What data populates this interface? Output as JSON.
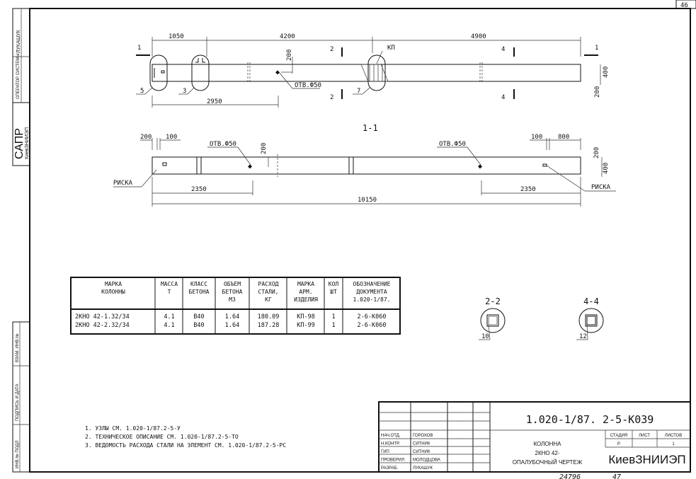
{
  "sheet_corner": "46",
  "side_stamp": {
    "org_short": "САПР",
    "org": "КиевЗНИИЭП",
    "operator_label": "ОПЕРАТОР СИСТЕМЫ",
    "operator_name": "ЛУКАШУК",
    "inv_podl": "ИНВ.№ ПОДЛ",
    "podpis_data": "ПОДПИСЬ И ДАТА",
    "vzam_inv": "ВЗАМ. ИНВ.№"
  },
  "plan": {
    "dims_top": [
      "1050",
      "4200",
      "4900"
    ],
    "dim_bottom": "2950",
    "dim_200": "200",
    "dim_400": "400",
    "hole_label": "ОТВ.Ф50",
    "kp_label": "КП",
    "callouts": [
      "5",
      "3",
      "7"
    ],
    "section_marks": [
      "1",
      "2",
      "4"
    ]
  },
  "section_1_1": {
    "title": "1-1",
    "dims_top_left": [
      "200",
      "100"
    ],
    "dims_top_right": [
      "100",
      "800"
    ],
    "dim_200": "200",
    "dim_400": "400",
    "hole_label": "ОТВ.Ф50",
    "riska_label": "РИСКА",
    "dim_left": "2350",
    "dim_right": "2350",
    "dim_total": "10150"
  },
  "table": {
    "headers": [
      [
        "МАРКА",
        "КОЛОННЫ"
      ],
      [
        "МАССА",
        "Т"
      ],
      [
        "КЛАСС",
        "БЕТОНА"
      ],
      [
        "ОБЪЕМ",
        "БЕТОНА",
        "М3"
      ],
      [
        "РАСХОД",
        "СТАЛИ,",
        "КГ"
      ],
      [
        "МАРКА",
        "АРМ.",
        "ИЗДЕЛИЯ"
      ],
      [
        "КОЛ",
        "ШТ"
      ],
      [
        "ОБОЗНАЧЕНИЕ",
        "ДОКУМЕНТА",
        "1.020-1/87."
      ]
    ],
    "rows": [
      [
        "2КНО 42-1.32/34",
        "4.1",
        "B40",
        "1.64",
        "180.09",
        "КП-98",
        "1",
        "2-6-К060"
      ],
      [
        "2КНО 42-2.32/34",
        "4.1",
        "B40",
        "1.64",
        "187.28",
        "КП-99",
        "1",
        "2-6-К060"
      ]
    ]
  },
  "sections": [
    {
      "title": "2-2",
      "callout": "10"
    },
    {
      "title": "4-4",
      "callout": "12"
    }
  ],
  "notes": [
    "1. УЗЛЫ СМ. 1.020-1/87.2-5-У",
    "2. ТЕХНИЧЕСКОЕ ОПИСАНИЕ СМ. 1.020-1/87.2-5-ТО",
    "3. ВЕДОМОСТЬ РАСХОДА СТАЛИ НА ЭЛЕМЕНТ СМ. 1.020-1/87.2-5-РС"
  ],
  "title_block": {
    "doc_number": "1.020-1/87.  2-5-К039",
    "roles": [
      {
        "role": "НАЧ.ОТД.",
        "name": "ГОРОХОВ"
      },
      {
        "role": "Н.КОНТР.",
        "name": "СИТНИК"
      },
      {
        "role": "ГИП",
        "name": "СИТНИК"
      },
      {
        "role": "ПРОВЕРИЛ",
        "name": "МОЛОДЦОВА"
      },
      {
        "role": "РАЗРАБ.",
        "name": "ЛУКАШУК"
      }
    ],
    "title_lines": [
      "КОЛОННА",
      "2КНО 42-",
      "ОПАЛУБОЧНЫЙ ЧЕРТЕЖ"
    ],
    "stage_label": "СТАДИЯ",
    "sheet_label": "ЛИСТ",
    "sheets_label": "ЛИСТОВ",
    "stage": "Р",
    "sheet": "",
    "sheets": "1",
    "org": "КиевЗНИИЭП"
  },
  "footer": {
    "inv": "24796",
    "page": "47"
  }
}
